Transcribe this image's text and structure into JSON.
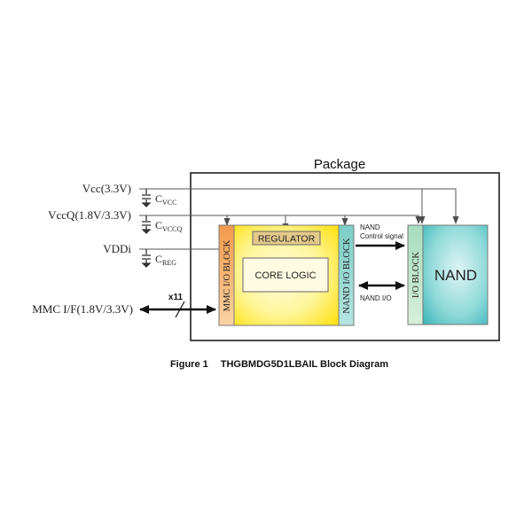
{
  "package": {
    "title": "Package"
  },
  "inputs": {
    "vcc": "Vcc(3.3V)",
    "vccq": "VccQ(1.8V/3.3V)",
    "vddi": "VDDi",
    "mmc_if": "MMC I/F(1.8V/3.3V)",
    "bus_width": "x11"
  },
  "capacitors": {
    "cvcc": {
      "base": "C",
      "sub": "VCC"
    },
    "cvccq": {
      "base": "C",
      "sub": "VCCQ"
    },
    "creg": {
      "base": "C",
      "sub": "REG"
    }
  },
  "blocks": {
    "mmc_io": "MMC I/O BLOCK",
    "regulator": "REGULATOR",
    "core_logic": "CORE LOGIC",
    "nand_io": "NAND I/O BLOCK",
    "nand_side_io": "I/O BLOCK",
    "nand": "NAND"
  },
  "signals": {
    "nand_control_1": "NAND",
    "nand_control_2": "Control signal",
    "nand_io": "NAND I/O"
  },
  "caption": {
    "figure": "Figure 1",
    "title": "THGBMDG5D1LBAIL Block Diagram"
  },
  "colors": {
    "line": "#4d4d4d",
    "mmc_io_top": "#f5a65a",
    "core_center": "#ffffcc",
    "core_edge": "#ffe000",
    "regulator_fill": "#e7cd8a",
    "nand_io_fill": "#8fd3cf",
    "nand_fill": "#7fd4d4"
  }
}
